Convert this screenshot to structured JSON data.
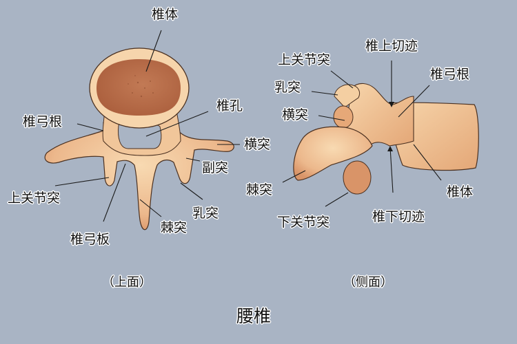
{
  "title": "腰椎",
  "colors": {
    "background": "#a9b4c4",
    "bone_light": "#f6d2a6",
    "bone_mid": "#e8b184",
    "bone_shadow": "#c98256",
    "cancellous": "#b86a46",
    "outline": "#4a3020",
    "leader_line": "#1a1a1a"
  },
  "views": [
    {
      "caption": "（上面）",
      "labels": [
        "椎体",
        "椎孔",
        "椎弓根",
        "横突",
        "副突",
        "上关节突",
        "乳突",
        "棘突",
        "椎弓板"
      ]
    },
    {
      "caption": "（侧面）",
      "labels": [
        "椎上切迹",
        "上关节突",
        "椎弓根",
        "乳突",
        "横突",
        "棘突",
        "椎体",
        "下关节突",
        "椎下切迹"
      ]
    }
  ]
}
